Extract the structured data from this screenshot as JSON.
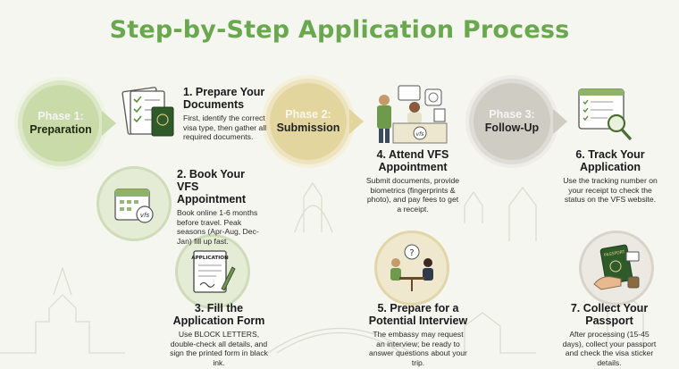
{
  "title": "Step-by-Step Application Process",
  "phases": [
    {
      "top": "Phase 1:",
      "bottom": "Preparation"
    },
    {
      "top": "Phase 2:",
      "bottom": "Submission"
    },
    {
      "top": "Phase 3:",
      "bottom": "Follow-Up"
    }
  ],
  "steps": [
    {
      "title": "1. Prepare Your Documents",
      "desc": "First, identify the correct visa type, then gather all required documents."
    },
    {
      "title": "2. Book Your VFS Appointment",
      "desc": "Book online 1-6 months before travel. Peak seasons (Apr-Aug, Dec-Jan) fill up fast."
    },
    {
      "title": "3. Fill the Application Form",
      "desc": "Use BLOCK LETTERS, double-check all details, and sign the printed form in black ink."
    },
    {
      "title": "4. Attend VFS Appointment",
      "desc": "Submit documents, provide biometrics (fingerprints & photo), and pay fees to get a receipt."
    },
    {
      "title": "5. Prepare for a Potential Interview",
      "desc": "The embassy may request an interview; be ready to answer questions about your trip."
    },
    {
      "title": "6. Track Your Application",
      "desc": "Use the tracking number on your receipt to check the status on the VFS website."
    },
    {
      "title": "7. Collect Your Passport",
      "desc": "After processing (15-45 days), collect your passport and check the visa sticker details."
    }
  ],
  "labels": {
    "application_form": "APPLICATION",
    "passport": "PASSPORT",
    "vfs": "vfs"
  },
  "colors": {
    "title_green": "#6aa84f",
    "phase1": "#c9dba9",
    "phase2": "#e3d59e",
    "phase3": "#cfccc4"
  }
}
